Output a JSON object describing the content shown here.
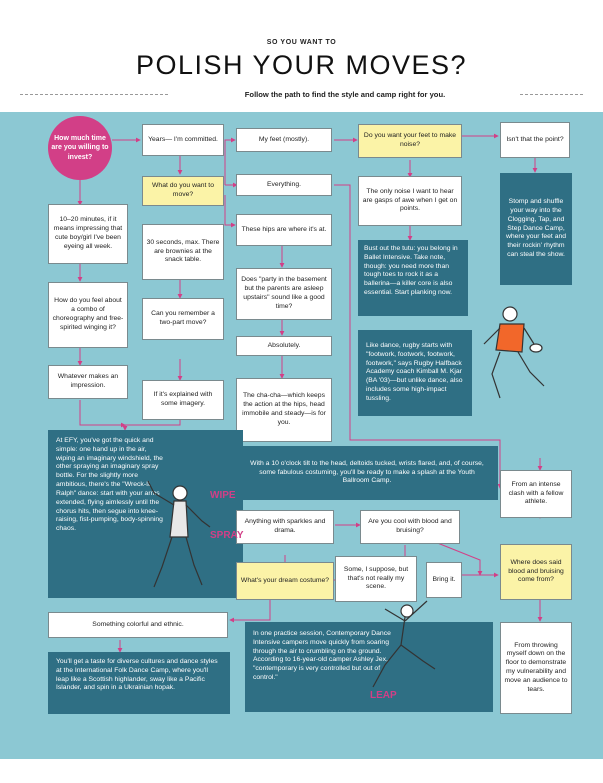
{
  "header": {
    "kicker": "SO YOU WANT TO",
    "title": "POLISH YOUR MOVES?",
    "subtitle": "Follow the path to find the style and camp right for you."
  },
  "nodes": {
    "start": "How much time are you willing to invest?",
    "years": "Years— I'm committed.",
    "what_move": "What do you want to move?",
    "my_feet": "My feet (mostly).",
    "everything": "Everything.",
    "hips": "These hips are where it's at.",
    "party": "Does \"party in the basement but the parents are asleep upstairs\" sound like a good time?",
    "absolutely": "Absolutely.",
    "chacha": "The cha-cha—which keeps the action at the hips, head immobile and steady—is for you.",
    "noise": "Do you want your feet to make noise?",
    "isnt_point": "Isn't that the point?",
    "only_noise": "The only noise I want to hear are gasps of awe when I get on points.",
    "stomp": "Stomp and shuffle your way into the Clogging, Tap, and Step Dance Camp, where your feet and their rockin' rhythm can steal the show.",
    "ballet": "Bust out the tutu: you belong in Ballet Intensive. Take note, though: you need more than tough toes to rock it as a ballerina—a killer core is also essential. Start planking now.",
    "rugby": "Like dance, rugby starts with \"footwork, footwork, footwork, footwork,\" says Rugby Halfback Academy coach Kimball M. Kjar (BA '03)—but unlike dance, also includes some high-impact tussling.",
    "ten_twenty": "10–20 minutes, if it means impressing that cute boy/girl I've been eyeing all week.",
    "thirty_sec": "30 seconds, max. There are brownies at the snack table.",
    "combo": "How do you feel about a combo of choreography and free-spirited winging it?",
    "two_part": "Can you remember a two-part move?",
    "whatever": "Whatever makes an impression.",
    "explained": "If it's explained with some imagery.",
    "efy": "At EFY, you've got the quick and simple: one hand up in the air, wiping an imaginary windshield, the other spraying an imaginary spray bottle. For the slightly more ambitious, there's the \"Wreck-It Ralph\" dance: start with your arms extended, flying aimlessly until the chorus hits, then segue into knee-raising, fist-pumping, body-spinning chaos.",
    "ballroom": "With a 10 o'clock tilt to the head, deltoids tucked, wrists flared, and, of course, some fabulous costuming, you'll be ready to make a splash at the Youth Ballroom Camp.",
    "intense": "From an intense clash with a fellow athlete.",
    "sparkles": "Anything with sparkles and drama.",
    "cool_blood": "Are you cool with blood and bruising?",
    "dream": "What's your dream costume?",
    "some": "Some, I suppose, but that's not really my scene.",
    "bring": "Bring it.",
    "where_blood": "Where does said blood and bruising come from?",
    "colorful": "Something colorful and ethnic.",
    "folk": "You'll get a taste for diverse cultures and dance styles at the International Folk Dance Camp, where you'll leap like a Scottish highlander, sway like a Pacific Islander, and spin in a Ukrainian hopak.",
    "contemporary": "In one practice session, Contemporary Dance Intensive campers move quickly from soaring through the air to crumbling on the ground. According to 16-year-old camper Ashley Jex, \"contemporary is very controlled but out of control.\"",
    "throwing": "From throwing myself down on the floor to demonstrate my vulnerability and move an audience to tears."
  },
  "labels": {
    "wipe": "WIPE",
    "spray": "SPRAY",
    "leap": "LEAP"
  },
  "colors": {
    "panel": "#8cc8d3",
    "dark_box": "#2f6f84",
    "yellow_box": "#fbf3a7",
    "accent": "#d23f87"
  }
}
